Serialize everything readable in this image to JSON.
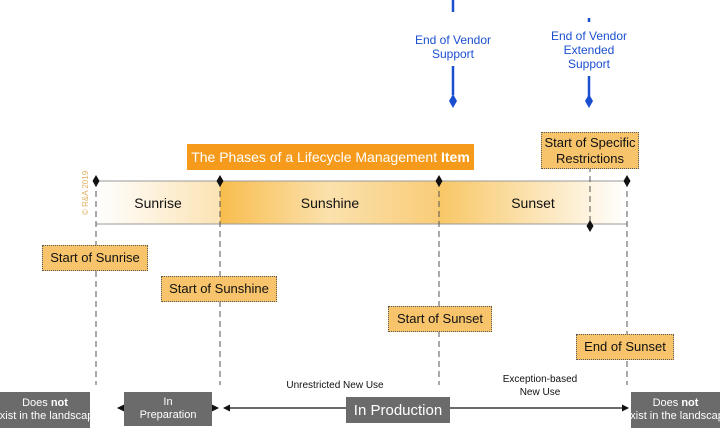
{
  "title": {
    "text": "The Phases of a Lifecycle Management ",
    "bold": "Item"
  },
  "copyright": "© R&A 2019",
  "phases": {
    "sunrise": "Sunrise",
    "sunshine": "Sunshine",
    "sunset": "Sunset"
  },
  "milestones": {
    "start_of_sunrise": "Start of Sunrise",
    "start_of_sunshine": "Start of Sunshine",
    "start_of_sunset": "Start of Sunset",
    "end_of_sunset": "End of Sunset",
    "start_of_specific_restrictions": "Start of Specific Restrictions"
  },
  "vendor": {
    "end_of_vendor_support": "End of Vendor Support",
    "end_of_vendor_extended_support": "End of Vendor Extended Support"
  },
  "bottom": {
    "not_exist_left": {
      "pre": "Does ",
      "bold": "not",
      "post": " exist in the landscape"
    },
    "in_preparation": "In Preparation",
    "in_production": "In Production",
    "not_exist_right": {
      "pre": "Does ",
      "bold": "not",
      "post": " exist in the landscape"
    },
    "unrestricted_new_use": "Unrestricted New Use",
    "exception_based_new_use": "Exception-based New Use"
  },
  "colors": {
    "accent_orange": "#f59a1b",
    "milestone_fill": "#f7c46c",
    "phase_gradient": "#f8bd4e",
    "vendor_blue": "#1a4fd0",
    "dark_label": "#6b6b6b"
  }
}
